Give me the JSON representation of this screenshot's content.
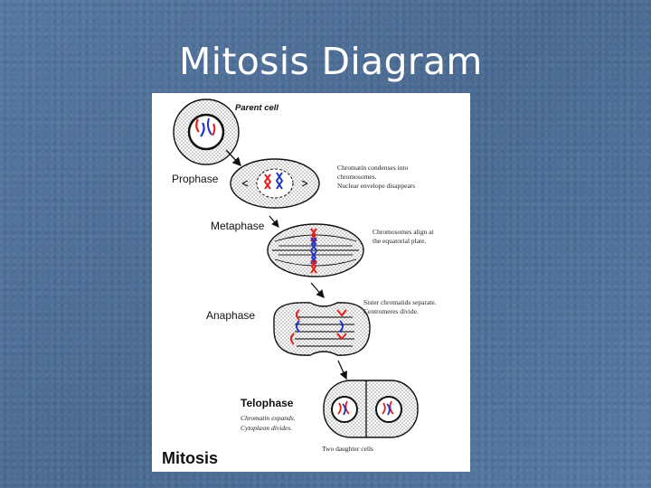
{
  "title": "Mitosis Diagram",
  "diagram": {
    "heading": "Mitosis",
    "parent_label": "Parent cell",
    "phases": {
      "prophase": "Prophase",
      "metaphase": "Metaphase",
      "anaphase": "Anaphase",
      "telophase": "Telophase"
    },
    "notes": {
      "prophase_1": "Chromatin condenses into",
      "prophase_2": "chromosomes.",
      "prophase_3": "Nuclear envelope disappears",
      "metaphase_1": "Chromosomes align at",
      "metaphase_2": "the equatorial plate.",
      "anaphase_1": "Sister chromatids separate.",
      "anaphase_2": "Centromeres divide.",
      "telophase_1": "Chromatin expands.",
      "telophase_2": "Cytoplasm divides.",
      "daughters": "Two daughter cells"
    },
    "colors": {
      "chromosome_red": "#e0201a",
      "chromosome_blue": "#2233c8",
      "outline": "#111111"
    }
  }
}
